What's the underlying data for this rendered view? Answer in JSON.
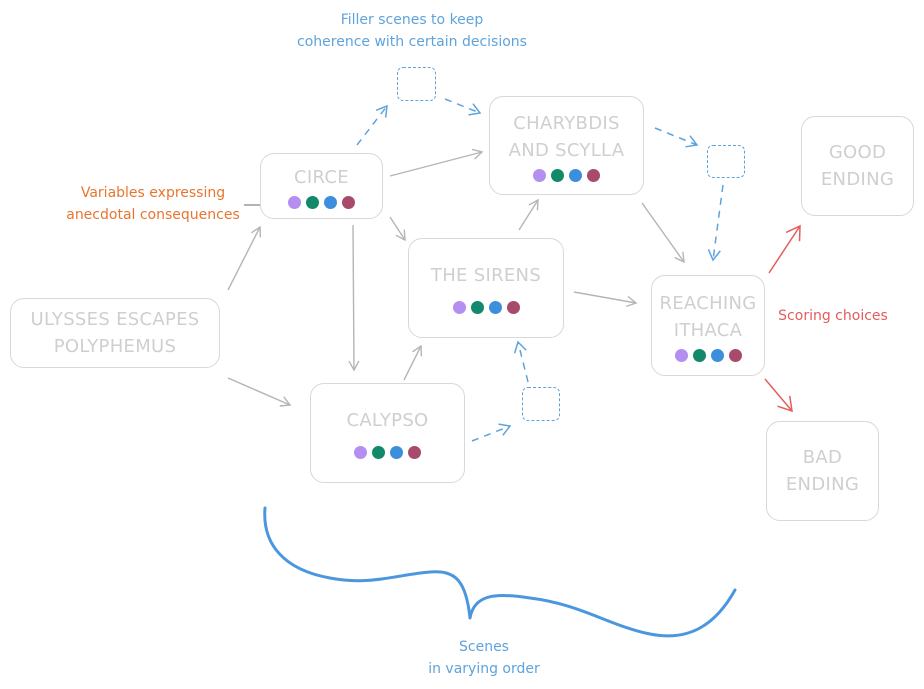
{
  "nodes": {
    "polyphemus": "ULYSSES ESCAPES\nPOLYPHEMUS",
    "circe": "CIRCE",
    "charybdis": "CHARYBDIS\nAND SCYLLA",
    "sirens": "THE SIRENS",
    "calypso": "CALYPSO",
    "ithaca": "REACHING\nITHACA",
    "good": "GOOD\nENDING",
    "bad": "BAD\nENDING"
  },
  "annotations": {
    "filler": "Filler scenes to keep\ncoherence with certain decisions",
    "variables": "Variables expressing\nanecdotal consequences",
    "scoring": "Scoring choices",
    "scenes": "Scenes\nin varying order"
  },
  "colors": {
    "variable_dots": [
      "#b48ef0",
      "#12896a",
      "#3c8fdd",
      "#a84a6b"
    ],
    "node_border": "#d8d8d8",
    "node_text": "#cfcfcf",
    "gray_arrow": "#b5b5b5",
    "blue_annotation": "#5ea3dc",
    "orange_annotation": "#e8752e",
    "red_annotation": "#e45c5c"
  }
}
